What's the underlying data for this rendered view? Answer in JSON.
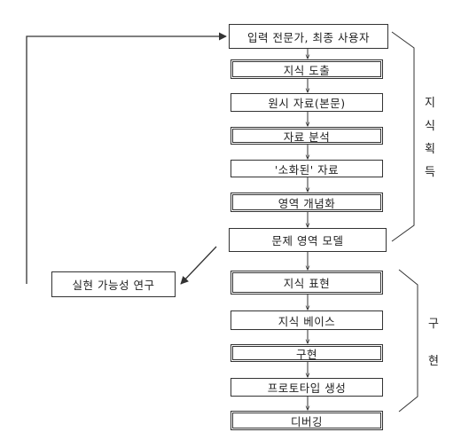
{
  "diagram": {
    "main_flow": [
      "입력 전문가, 최종 사용자",
      "지식 도출",
      "원시 자료(본문)",
      "자료 분석",
      "'소화된' 자료",
      "영역 개념화",
      "문제 영역 모델",
      "지식 표현",
      "지식 베이스",
      "구현",
      "프로토타입 생성",
      "디버깅"
    ],
    "side_box": "실현 가능성 연구",
    "bracket_labels": {
      "acquisition": [
        "지",
        "식",
        "획",
        "득"
      ],
      "implementation": [
        "구",
        "현"
      ]
    },
    "colors": {
      "line": "#333333",
      "text": "#222222"
    }
  }
}
